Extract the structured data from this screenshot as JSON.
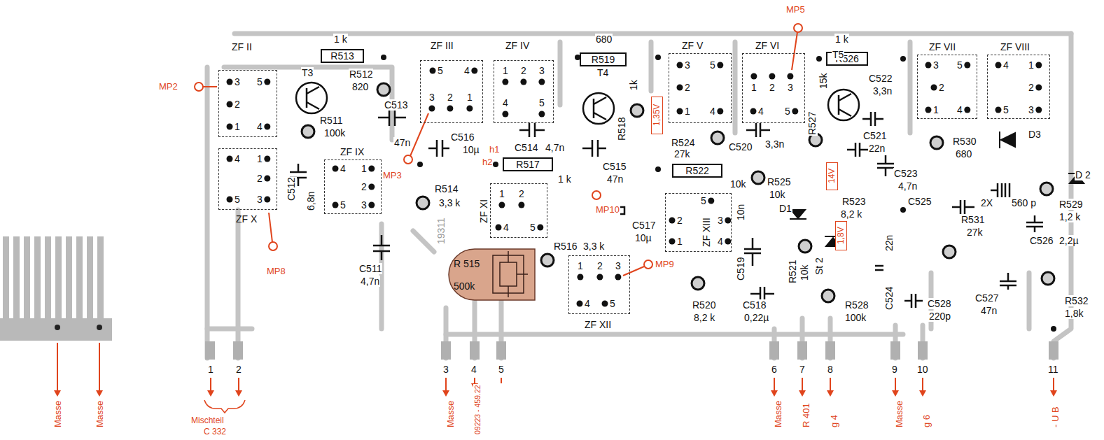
{
  "diagram": {
    "nodes": [
      {
        "text": [
          "ZF II",
          "3",
          "5",
          "2",
          "1",
          "4"
        ]
      },
      {
        "text": [
          "ZF X",
          "4",
          "1",
          "2",
          "5",
          "3"
        ]
      },
      {
        "text": [
          "R513"
        ]
      },
      {
        "text": [
          "ZF IX",
          "4",
          "1",
          "2",
          "5",
          "3"
        ]
      },
      {
        "text": [
          "ZF III",
          "5",
          "4",
          "3",
          "2",
          "1"
        ]
      },
      {
        "text": [
          "ZF IV",
          "1",
          "2",
          "3",
          "4",
          "5"
        ]
      },
      {
        "text": [
          "R517"
        ]
      },
      {
        "text": [
          "ZF XI",
          "1",
          "2",
          "4",
          "5"
        ]
      },
      {
        "text": [
          "R 515",
          "500k"
        ]
      },
      {
        "text": [
          "R519"
        ]
      },
      {
        "text": [
          "1,35V"
        ]
      },
      {
        "text": [
          "ZF XII",
          "1",
          "2",
          "3",
          "4",
          "5"
        ]
      },
      {
        "text": [
          "ZF V",
          "3",
          "5",
          "2",
          "1",
          "4"
        ]
      },
      {
        "text": [
          "R522"
        ]
      },
      {
        "text": [
          "ZF XIII",
          "5",
          "2",
          "3",
          "1",
          "4"
        ]
      },
      {
        "text": [
          "ZF VI",
          "1",
          "2",
          "3",
          "4",
          "5"
        ]
      },
      {
        "text": [
          "R526"
        ]
      },
      {
        "text": [
          "14V"
        ]
      },
      {
        "text": [
          "1,8V"
        ]
      },
      {
        "text": [
          "ZF VII",
          "3",
          "5",
          "2",
          "1",
          "4"
        ]
      },
      {
        "text": [
          "ZF VIII",
          "4",
          "1",
          "2",
          "5",
          "3"
        ]
      }
    ],
    "labels": [
      "1 k",
      "680",
      "1 k",
      "MP5",
      "MP2",
      "T3",
      "R512",
      "820",
      "C513",
      "R511",
      "100k",
      "47n",
      "C512",
      "6,8n",
      "MP8",
      "C511",
      "4,7n",
      "MP3",
      "C516",
      "10µ",
      "h1",
      "h2",
      "C514",
      "4,7n",
      "R514",
      "3,3 k",
      "1 k",
      "T4",
      "1k",
      "R518",
      "C515",
      "47n",
      "MP10",
      "C517",
      "10µ",
      "19311",
      "R516",
      "3,3 k",
      "MP9",
      "R524",
      "27k",
      "C520",
      "3,3n",
      "T5",
      "15k",
      "R527",
      "C522",
      "3,3n",
      "C521",
      "22n",
      "10k",
      "R525",
      "10k",
      "10n",
      "C519",
      "D1",
      "R521",
      "10k",
      "R523",
      "8,2 k",
      "St 2",
      "C523",
      "4,7n",
      "R520",
      "8,2 k",
      "C518",
      "0,22µ",
      "R528",
      "100k",
      "22n",
      "C524",
      "C528",
      "220p",
      "R530",
      "680",
      "D3",
      "D 2",
      "C525",
      "2X",
      "560 p",
      "R529",
      "1,2 k",
      "R531",
      "27k",
      "C526",
      "2,2µ",
      "C527",
      "47n",
      "R532",
      "1,8k",
      "1",
      "2",
      "3",
      "4",
      "5",
      "6",
      "7",
      "8",
      "9",
      "10",
      "11",
      "Masse",
      "Masse",
      "Mischteil",
      "C 332",
      "Masse",
      "09223 - 459.22",
      "Masse",
      "R 401",
      "g 4",
      "Masse",
      "g 6",
      "- U B"
    ]
  }
}
